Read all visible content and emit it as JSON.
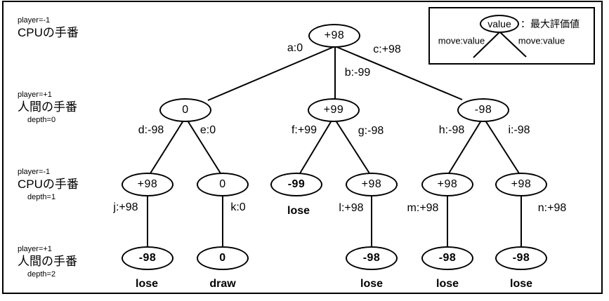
{
  "rows": [
    {
      "player": "player=-1",
      "turn": "CPUの手番"
    },
    {
      "player": "player=+1",
      "turn": "人間の手番",
      "depth": "depth=0"
    },
    {
      "player": "player=-1",
      "turn": "CPUの手番",
      "depth": "depth=1"
    },
    {
      "player": "player=+1",
      "turn": "人間の手番",
      "depth": "depth=2"
    }
  ],
  "tree": {
    "root": {
      "value": "+98"
    },
    "level1": [
      {
        "value": "0"
      },
      {
        "value": "+99"
      },
      {
        "value": "-98"
      }
    ],
    "level2": [
      {
        "value": "+98"
      },
      {
        "value": "0"
      },
      {
        "value": "-99",
        "result": "lose"
      },
      {
        "value": "+98"
      },
      {
        "value": "+98"
      },
      {
        "value": "+98"
      }
    ],
    "level3": [
      {
        "value": "-98",
        "result": "lose"
      },
      {
        "value": "0",
        "result": "draw"
      },
      {
        "value": "-98",
        "result": "lose"
      },
      {
        "value": "-98",
        "result": "lose"
      },
      {
        "value": "-98",
        "result": "lose"
      }
    ],
    "edges": {
      "a": "a:0",
      "b": "b:-99",
      "c": "c:+98",
      "d": "d:-98",
      "e": "e:0",
      "f": "f:+99",
      "g": "g:-98",
      "h": "h:-98",
      "i": "i:-98",
      "j": "j:+98",
      "k": "k:0",
      "l": "l:+98",
      "m": "m:+98",
      "n": "n:+98"
    }
  },
  "legend": {
    "node": "value",
    "caption": "：最大評価値",
    "left": "move:value",
    "right": "move:value"
  }
}
